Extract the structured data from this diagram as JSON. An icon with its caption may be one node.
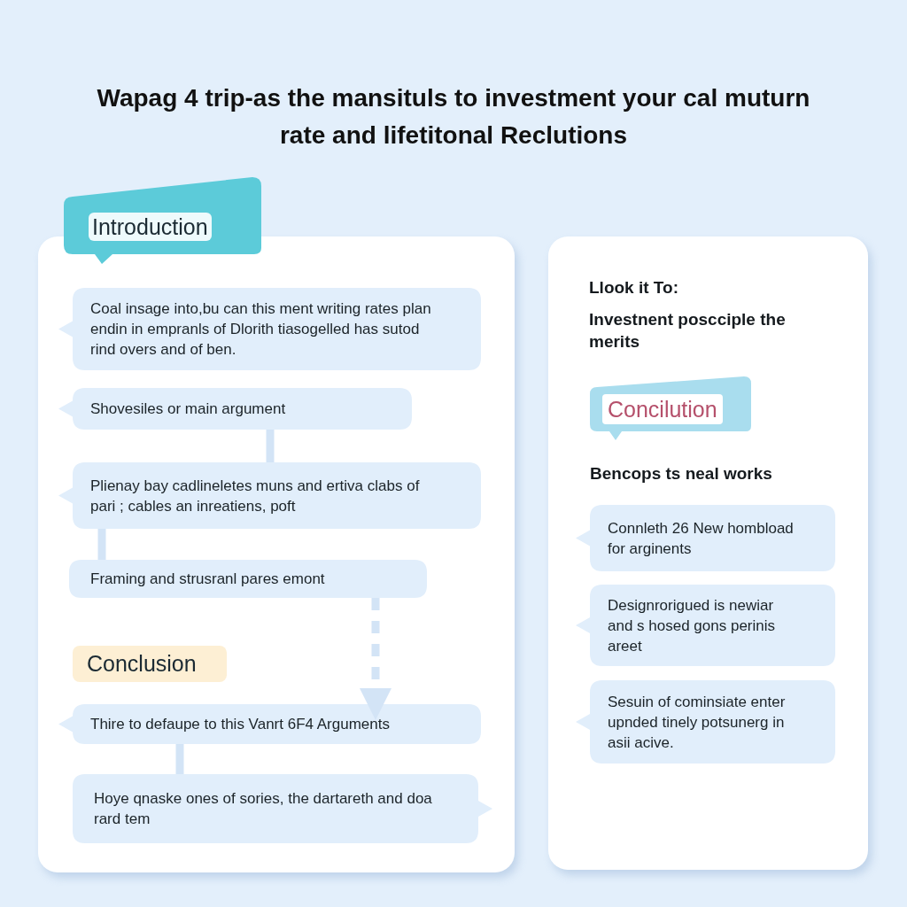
{
  "diagram": {
    "title": "Wapag 4 trip-as the mansituls to investment your cal muturn rate and lifetitonal Reclutions",
    "nodes": [
      {
        "text": [],
        "shape": "box"
      },
      {
        "text": [
          "Introduction"
        ]
      },
      {
        "text": [
          "Coal insage into,bu can this ment writing rates plan endin in empranls of Dlorith tiasogelled has sutod rind overs and of ben."
        ],
        "in": 0
      },
      {
        "text": [
          "Shovesiles or main argument"
        ],
        "in": 0
      },
      {
        "text": [
          "Plienay bay cadlineletes muns and ertiva clabs of pari ; cables an inreatiens, poft"
        ],
        "in": 0
      },
      {
        "text": [
          "Framing and strusranl pares emont"
        ],
        "in": 0
      },
      {
        "text": [
          "Conclusion"
        ],
        "in": 0
      },
      {
        "text": [
          "Thire to defaupe to this Vanrt 6F4 Arguments"
        ],
        "in": 0
      },
      {
        "text": [
          "Hoye qnaske ones of sories, the dartareth and doa rard tem"
        ],
        "in": 0
      },
      {
        "text": [],
        "shape": "box"
      },
      {
        "text": [
          "Concilution"
        ],
        "in": 9
      },
      {
        "text": [
          "Connleth 26 New hombload for arginents"
        ],
        "in": 9
      },
      {
        "text": [
          "Designrorigued is newiar and s hosed gons perinis areet"
        ],
        "in": 9
      },
      {
        "text": [
          "Sesuin of cominsiate enter upnded tinely potsunerg in asii acive."
        ],
        "in": 9
      }
    ],
    "edges": [
      {
        "from": 3,
        "to": 4,
        "arrow": "none"
      },
      {
        "from": 4,
        "to": 5,
        "arrow": "none"
      },
      {
        "from": 5,
        "to": 7,
        "arrow": "to",
        "style": "dashed"
      },
      {
        "from": 7,
        "to": 8,
        "arrow": "none"
      }
    ],
    "labels": [
      "Llook it To:",
      "Investnent poscciple the merits",
      "Bencops ts neal works"
    ]
  }
}
